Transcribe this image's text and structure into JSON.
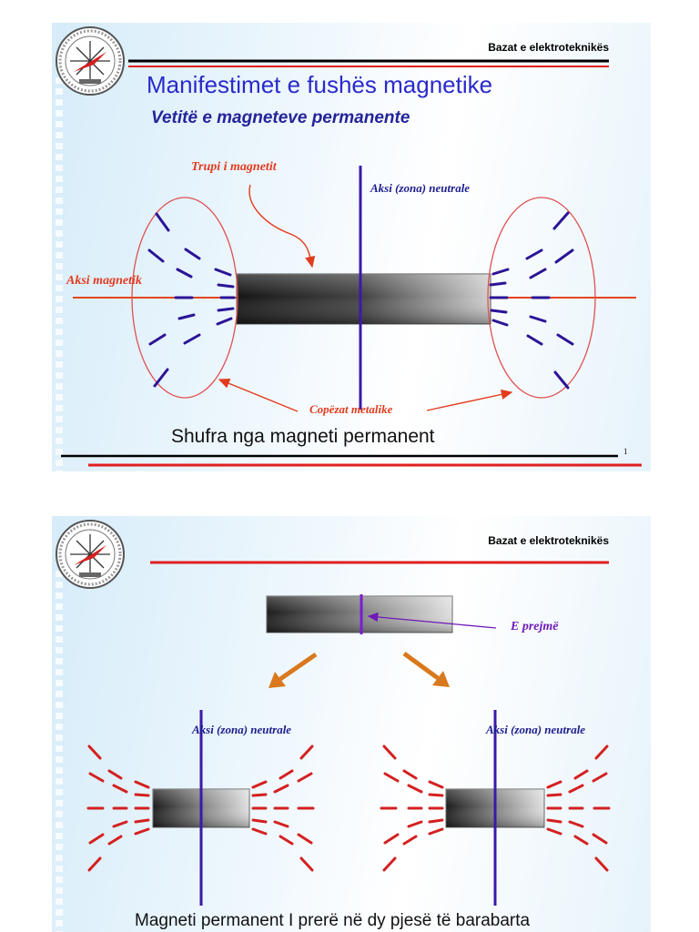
{
  "slide1": {
    "header": "Bazat e elektroteknikës",
    "title": "Manifestimet e fushës  magnetike",
    "subtitle": "Vetitë e magneteve permanente",
    "labels": {
      "body": "Trupi i magnetit",
      "neutral_axis": "Aksi (zona) neutrale",
      "magnetic_axis": "Aksi magnetik",
      "filings": "Copëzat metalike"
    },
    "caption": "Shufra nga magneti permanent",
    "page_number": "1"
  },
  "slide2": {
    "header": "Bazat e elektroteknikës",
    "labels": {
      "cut": "E prejmë",
      "neutral_axis_left": "Aksi (zona) neutrale",
      "neutral_axis_right": "Aksi (zona) neutrale"
    },
    "caption": "Magneti permanent I prerë në dy pjesë të barabarta"
  },
  "colors": {
    "title_blue": "#2a2acb",
    "accent_red": "#e33b1e",
    "filing_navy": "#2b1496",
    "filing_red": "#d42020",
    "arrow_orange": "#d9781c"
  }
}
